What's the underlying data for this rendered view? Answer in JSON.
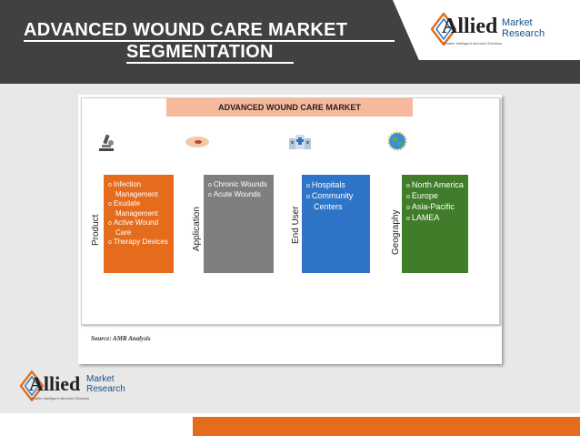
{
  "header": {
    "title_line1": "ADVANCED WOUND CARE MARKET",
    "title_line2": "SEGMENTATION"
  },
  "logo": {
    "word_main": "Allied",
    "word_line1": "Market",
    "word_line2": "Research",
    "tagline": "Enable Intelligent Informed Decision"
  },
  "diagram": {
    "title": "ADVANCED WOUND CARE MARKET",
    "segments": [
      {
        "label": "Product",
        "color": "#e46c1c",
        "icon": "microscope-icon",
        "items": [
          "Infection Management",
          "Exudate Management",
          "Active Wound Care",
          "Therapy Devices"
        ]
      },
      {
        "label": "Application",
        "color": "#7f7f7f",
        "icon": "wound-icon",
        "items": [
          "Chronic Wounds",
          "Acute Wounds"
        ]
      },
      {
        "label": "End User",
        "color": "#2e75c8",
        "icon": "hospital-icon",
        "items": [
          "Hospitals",
          "Community Centers"
        ]
      },
      {
        "label": "Geography",
        "color": "#3f7d2a",
        "icon": "globe-icon",
        "items": [
          "North America",
          "Europe",
          "Asia-Pacific",
          "LAMEA"
        ]
      }
    ],
    "source": "Source: AMR Analysis"
  },
  "colors": {
    "header_bg": "#414141",
    "accent_orange": "#e46c1c",
    "title_band": "#f7b99b"
  }
}
